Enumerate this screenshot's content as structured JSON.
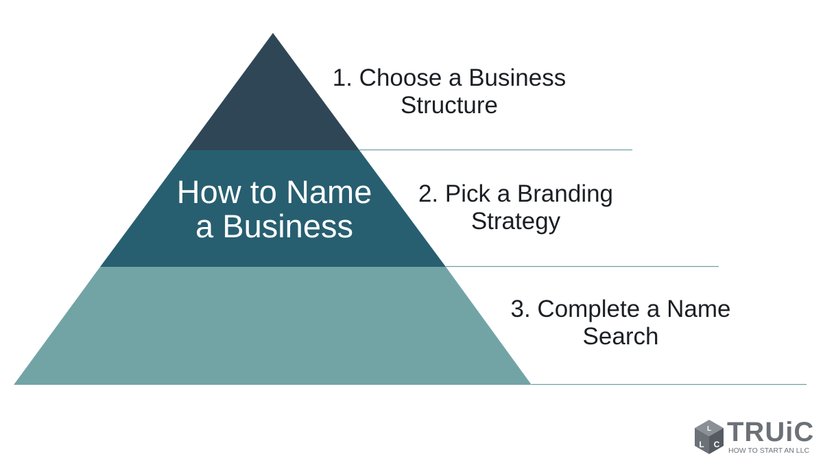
{
  "diagram": {
    "center_title_lines": [
      "How to Name",
      "a Business"
    ],
    "steps": [
      {
        "lines": [
          "1. Choose a Business",
          "Structure"
        ],
        "color": "#2f4656"
      },
      {
        "lines": [
          "2. Pick a Branding",
          "Strategy"
        ],
        "color": "#275f70"
      },
      {
        "lines": [
          "3. Complete a Name",
          "Search"
        ],
        "color": "#72a4a6"
      }
    ],
    "divider_color": "#6f9ea2"
  },
  "logo": {
    "wordmark": "TRUiC",
    "tagline": "HOW TO START AN LLC",
    "cube_letters": [
      "L",
      "L",
      "C"
    ],
    "color": "#6b7177",
    "icon": "llc-cube-icon"
  }
}
